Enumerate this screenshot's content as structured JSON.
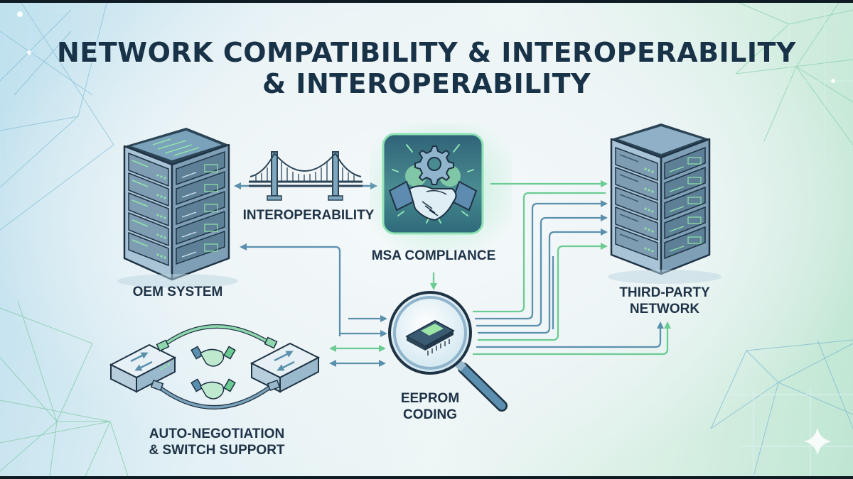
{
  "title": {
    "line1": "NETWORK COMPATIBILITY & INTEROPERABILITY",
    "line2": "& INTEROPERABILITY"
  },
  "nodes": {
    "oem_system": {
      "label": "OEM SYSTEM",
      "icon": "server-rack-icon"
    },
    "interoperability": {
      "label": "INTEROPERABILITY",
      "icon": "bridge-icon"
    },
    "msa_compliance": {
      "label": "MSA COMPLIANCE",
      "icon": "gear-handshake-icon"
    },
    "third_party_network": {
      "label_line1": "THIRD-PARTY",
      "label_line2": "NETWORK",
      "icon": "server-rack-icon"
    },
    "eeprom_coding": {
      "label_line1": "EEPROM",
      "label_line2": "CODING",
      "icon": "magnifier-chip-icon"
    },
    "auto_negotiation": {
      "label_line1": "AUTO-NEGOTIATION",
      "label_line2": "& SWITCH SUPPORT",
      "icon": "switches-handshake-icon"
    }
  },
  "colors": {
    "title": "#183248",
    "blue_line": "#5b90ad",
    "green_line": "#6ccb93",
    "server_body": "#9fb9cc",
    "server_outline": "#1f3344",
    "msa_tile": "#3d7b8c",
    "accent_green": "#7fe0a5"
  }
}
